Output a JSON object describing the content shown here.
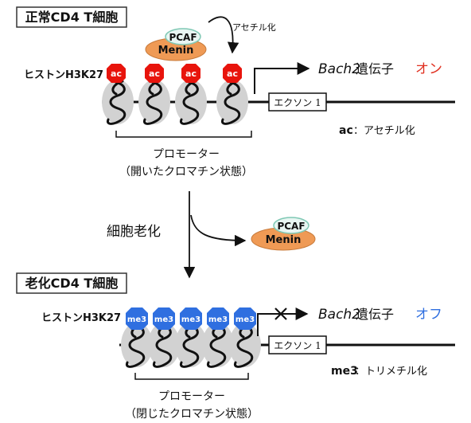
{
  "normal": {
    "title": "正常CD4 T細胞",
    "histone_label": "ヒストンH3K27",
    "mark": "ac",
    "pcaf": "PCAF",
    "menin": "Menin",
    "acetylation_arrow_label": "アセチル化",
    "gene_name": "Bach2",
    "gene_suffix": "遺伝子",
    "status": "オン",
    "exon": "エクソン 1",
    "legend_key": "ac",
    "legend_text": "：アセチル化",
    "promoter": "プロモーター",
    "promoter_state": "（開いたクロマチン状態）"
  },
  "transition": {
    "label": "細胞老化",
    "pcaf": "PCAF",
    "menin": "Menin"
  },
  "aged": {
    "title": "老化CD4 T細胞",
    "histone_label": "ヒストンH3K27",
    "mark": "me3",
    "gene_name": "Bach2",
    "gene_suffix": "遺伝子",
    "status": "オフ",
    "exon": "エクソン 1",
    "legend_key": "me3",
    "legend_text": "：トリメチル化",
    "promoter": "プロモーター",
    "promoter_state": "（閉じたクロマチン状態）"
  },
  "colors": {
    "ac_mark": "#e8140c",
    "me3_mark": "#2f6fe0",
    "menin_fill": "#ef9a55",
    "pcaf_fill": "#e8f6f2",
    "pcaf_stroke": "#7fc8b4",
    "on_text": "#e03020",
    "off_text": "#2f6fe0",
    "nucleosome": "#d2d2d2"
  }
}
